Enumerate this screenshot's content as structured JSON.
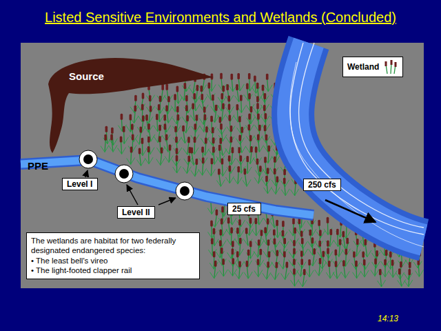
{
  "diagram": {
    "title": "Listed Sensitive Environments and Wetlands (Concluded)",
    "nodes": [
      {
        "text": [
          "Source"
        ]
      },
      {
        "text": [
          "Level I"
        ]
      },
      {
        "text": [
          "250 cfs"
        ]
      },
      {
        "text": [
          "Level II"
        ]
      },
      {
        "text": [
          "25 cfs"
        ]
      },
      {
        "text": [
          "The wetlands are habitat for two federally designated endangered species:",
          "• The least bell's vireo",
          "• The light-footed clapper rail"
        ]
      }
    ],
    "labels": [
      "PPE",
      "14:13"
    ],
    "legend": [
      {
        "text": "Wetland"
      }
    ]
  }
}
